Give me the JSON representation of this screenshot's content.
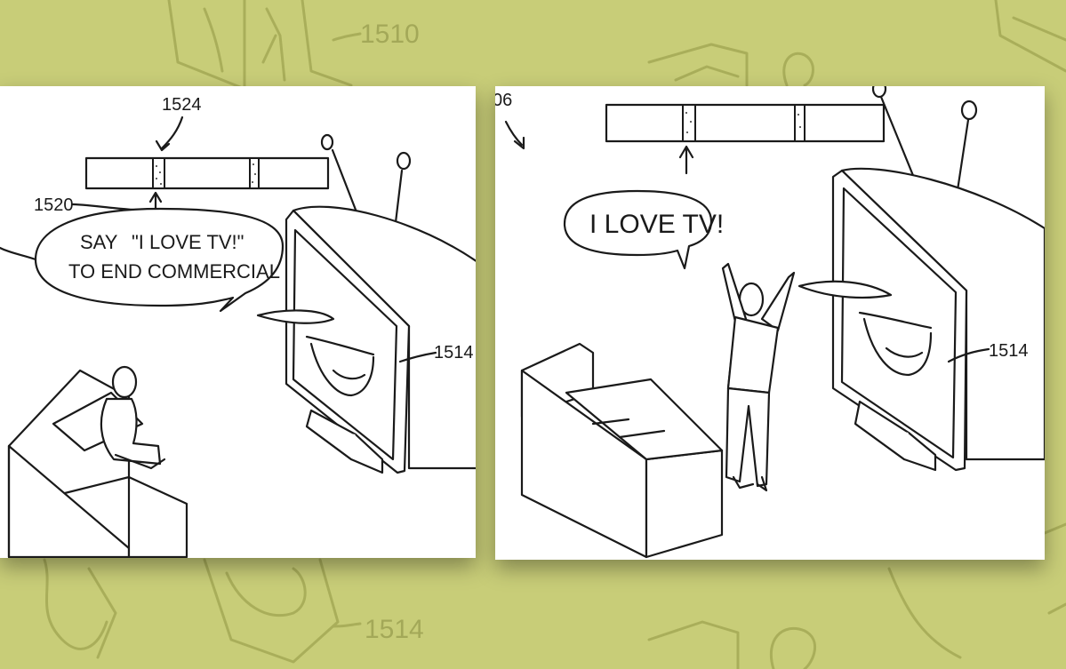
{
  "background": {
    "color": "#c8cd78",
    "labels": [
      "1510",
      "1514"
    ]
  },
  "left_panel": {
    "ref_bar": "1524",
    "ref_timeline": "1520",
    "ref_tv": "1514",
    "bubble_line1": "SAY",
    "bubble_quote": "\"I LOVE TV!\"",
    "bubble_line2": "TO END COMMERCIAL"
  },
  "right_panel": {
    "ref_partial": "06",
    "ref_tv": "1514",
    "bubble_text": "I LOVE TV!"
  }
}
